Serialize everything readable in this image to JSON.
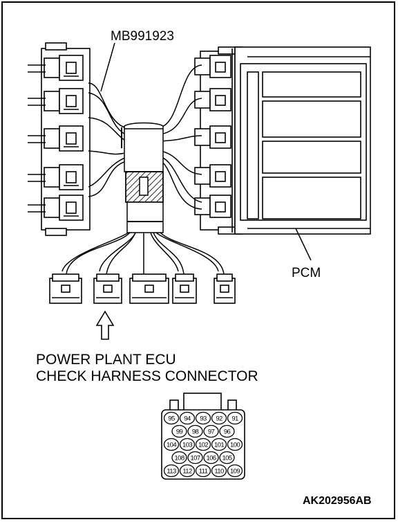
{
  "labels": {
    "tool": "MB991923",
    "pcm": "PCM",
    "caption_line1": "POWER PLANT ECU",
    "caption_line2": "CHECK HARNESS CONNECTOR",
    "figure_id": "AK202956AB"
  },
  "pin_rows": [
    [
      "95",
      "94",
      "93",
      "92",
      "91"
    ],
    [
      "99",
      "98",
      "97",
      "96"
    ],
    [
      "104",
      "103",
      "102",
      "101",
      "100"
    ],
    [
      "108",
      "107",
      "106",
      "105"
    ],
    [
      "113",
      "112",
      "111",
      "110",
      "109"
    ]
  ],
  "colors": {
    "line": "#000000",
    "background": "#ffffff"
  }
}
